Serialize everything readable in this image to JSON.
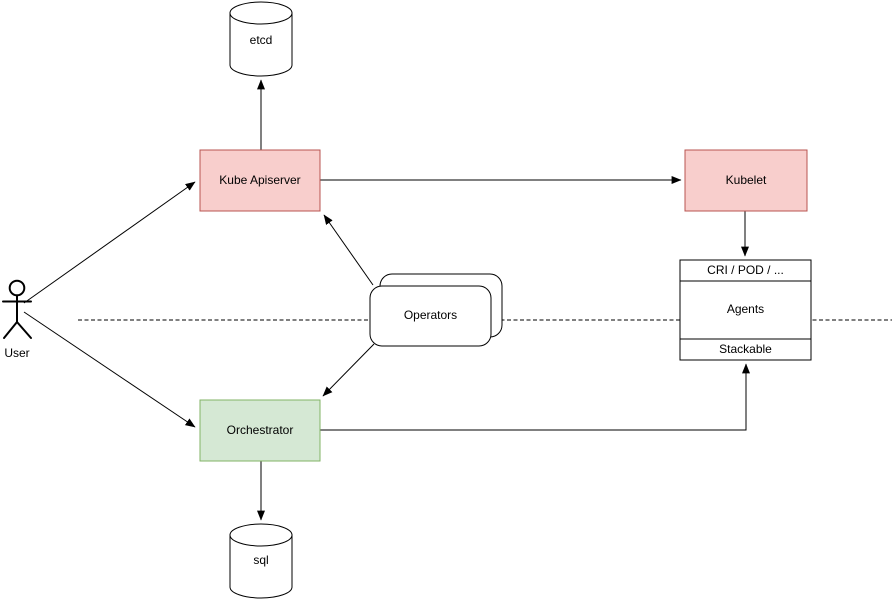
{
  "diagram": {
    "name": "kubernetes-orchestrator-architecture",
    "colors": {
      "pink_fill": "#f8cecc",
      "pink_stroke": "#b85450",
      "green_fill": "#d5e8d4",
      "green_stroke": "#82b366",
      "white_fill": "#ffffff",
      "line": "#000000"
    },
    "nodes": {
      "etcd": {
        "label": "etcd"
      },
      "kube_apiserver": {
        "label": "Kube Apiserver"
      },
      "kubelet": {
        "label": "Kubelet"
      },
      "agents": {
        "top_label": "CRI / POD / ...",
        "middle_label": "Agents",
        "bottom_label": "Stackable"
      },
      "operators": {
        "label": "Operators"
      },
      "orchestrator": {
        "label": "Orchestrator"
      },
      "sql": {
        "label": "sql"
      },
      "user": {
        "label": "User"
      }
    }
  }
}
